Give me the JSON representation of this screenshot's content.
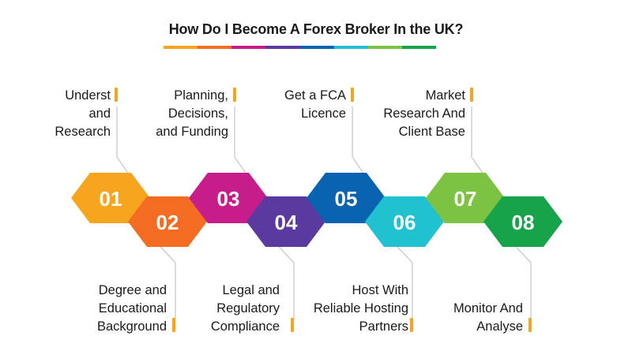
{
  "title": "How Do I Become A Forex Broker In the UK?",
  "title_bar_colors": [
    "#f7a51e",
    "#f36c21",
    "#c71d8a",
    "#5a3aa0",
    "#0a63b0",
    "#20c2d1",
    "#7cc343",
    "#16a34a"
  ],
  "steps": [
    {
      "number": "01",
      "label_lines": [
        "Underst",
        "and",
        "Research"
      ],
      "color": "#f7a51e"
    },
    {
      "number": "02",
      "label_lines": [
        "Degree and",
        "Educational",
        "Background"
      ],
      "color": "#f36c21"
    },
    {
      "number": "03",
      "label_lines": [
        "Planning,",
        "Decisions,",
        "and Funding"
      ],
      "color": "#c71d8a"
    },
    {
      "number": "04",
      "label_lines": [
        "Legal and",
        "Regulatory",
        "Compliance"
      ],
      "color": "#5a3aa0"
    },
    {
      "number": "05",
      "label_lines": [
        "Get a FCA",
        "Licence"
      ],
      "color": "#0a63b0"
    },
    {
      "number": "06",
      "label_lines": [
        "Host With",
        "Reliable Hosting",
        "Partners"
      ],
      "color": "#20c2d1"
    },
    {
      "number": "07",
      "label_lines": [
        "Market",
        "Research And",
        "Client Base"
      ],
      "color": "#7cc343"
    },
    {
      "number": "08",
      "label_lines": [
        "Monitor And",
        "Analyse"
      ],
      "color": "#16a34a"
    }
  ]
}
